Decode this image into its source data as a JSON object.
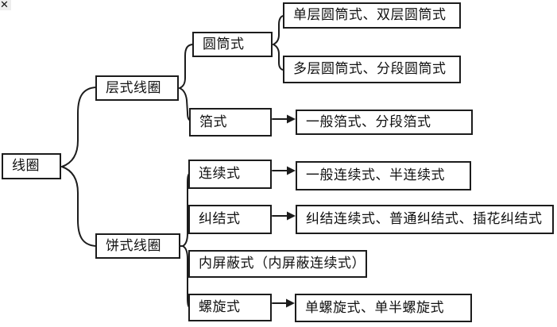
{
  "colors": {
    "line": "#1c1c1c",
    "background": "#ffffff",
    "icon_background": "#ededed",
    "text": "#111111"
  },
  "icon": {
    "glyph": "✕"
  },
  "tree": {
    "label": "线圈",
    "children": [
      {
        "label": "层式线圈",
        "children": [
          {
            "label": "圆筒式",
            "children": [
              {
                "label": "单层圆筒式、双层圆筒式"
              },
              {
                "label": "多层圆筒式、分段圆筒式"
              }
            ]
          },
          {
            "label": "箔式",
            "children": [
              {
                "label": "一般箔式、分段箔式"
              }
            ]
          }
        ]
      },
      {
        "label": "饼式线圈",
        "children": [
          {
            "label": "连续式",
            "children": [
              {
                "label": "一般连续式、半连续式"
              }
            ]
          },
          {
            "label": "纠结式",
            "children": [
              {
                "label": "纠结连续式、普通纠结式、插花纠结式"
              }
            ]
          },
          {
            "label": "内屏蔽式（内屏蔽连续式）"
          },
          {
            "label": "螺旋式",
            "children": [
              {
                "label": "单螺旋式、单半螺旋式"
              }
            ]
          }
        ]
      }
    ]
  }
}
